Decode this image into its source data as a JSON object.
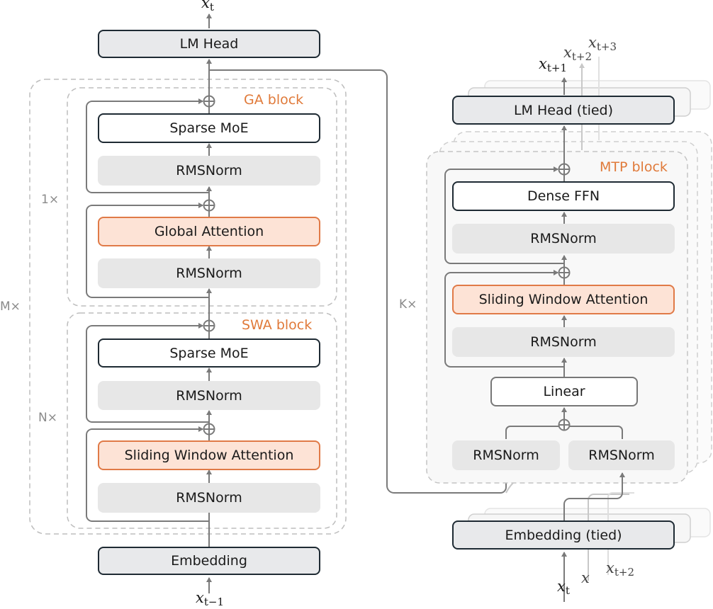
{
  "left_model": {
    "output_token": {
      "base": "x",
      "sub": "t"
    },
    "input_token": {
      "base": "x",
      "sub": "t−1"
    },
    "lm_head": "LM Head",
    "embedding": "Embedding",
    "outer_repeat": "M×",
    "ga_block": {
      "label": "GA block",
      "repeat": "1×",
      "ffn": "Sparse MoE",
      "norm_ffn": "RMSNorm",
      "attention": "Global Attention",
      "norm_attn": "RMSNorm"
    },
    "swa_block": {
      "label": "SWA block",
      "repeat": "N×",
      "ffn": "Sparse MoE",
      "norm_ffn": "RMSNorm",
      "attention": "Sliding Window Attention",
      "norm_attn": "RMSNorm"
    }
  },
  "right_model": {
    "output_tokens": [
      {
        "base": "x",
        "sub": "t+1"
      },
      {
        "base": "x",
        "sub": "t+2"
      },
      {
        "base": "x",
        "sub": "t+3"
      }
    ],
    "input_tokens": [
      {
        "base": "x",
        "sub": "t"
      },
      {
        "base": "x",
        "sub": ""
      },
      {
        "base": "x",
        "sub": "t+2"
      }
    ],
    "lm_head": "LM Head (tied)",
    "embedding": "Embedding (tied)",
    "repeat": "K×",
    "mtp_block": {
      "label": "MTP block",
      "ffn": "Dense FFN",
      "norm_ffn": "RMSNorm",
      "attention": "Sliding Window Attention",
      "norm_attn": "RMSNorm",
      "linear": "Linear",
      "norm_left": "RMSNorm",
      "norm_right": "RMSNorm"
    }
  },
  "colors": {
    "accent_orange": "#e07a3a",
    "attention_fill": "#fde3d6",
    "head_fill": "#e8e9eb",
    "norm_fill": "#e7e7e7",
    "dark_border": "#1e2a33",
    "arrow_gray": "#7a7a7a"
  }
}
